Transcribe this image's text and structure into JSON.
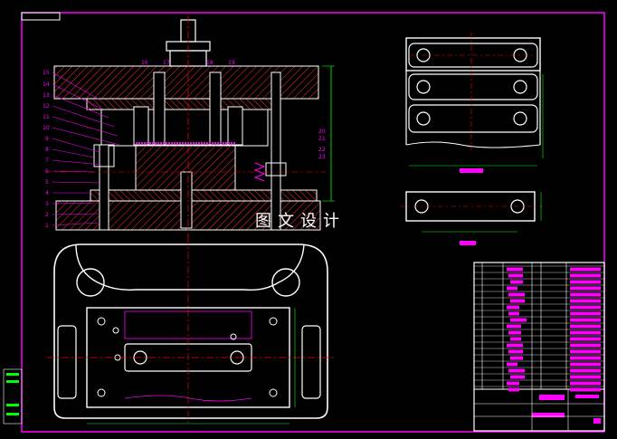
{
  "watermark": "图文设计",
  "part_numbers": [
    "15",
    "14",
    "13",
    "12",
    "11",
    "10",
    "9",
    "8",
    "7",
    "6",
    "5",
    "4",
    "3",
    "2",
    "1"
  ],
  "top_part_numbers": [
    "16",
    "17",
    "18",
    "19"
  ],
  "right_part_numbers": [
    "20",
    "21",
    "22",
    "23"
  ],
  "colors": {
    "background": "#000000",
    "outline": "#ffffff",
    "border": "#ff00ff",
    "centerline": "#ff0000",
    "dimension": "#00ff00",
    "hatch": "#ff0000"
  }
}
